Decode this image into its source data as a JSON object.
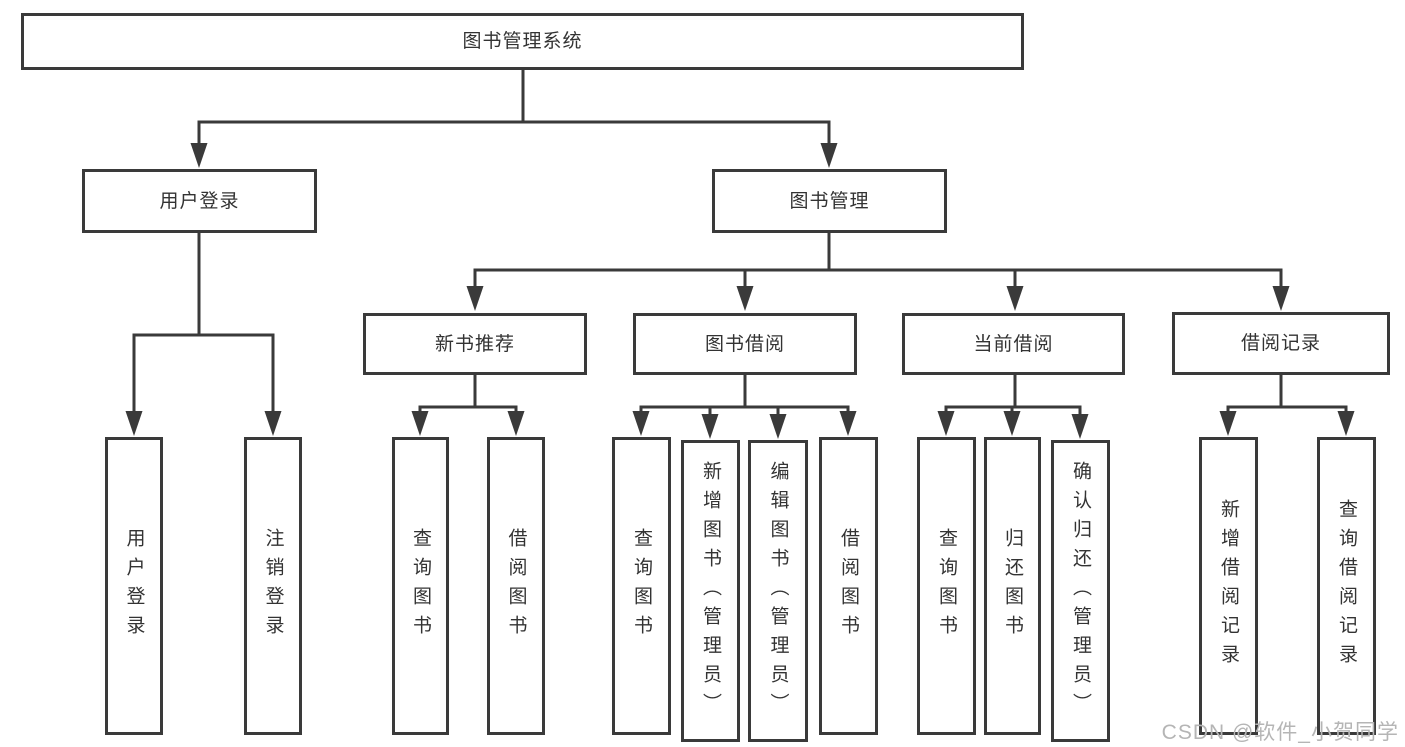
{
  "diagram": {
    "title": "图书管理系统",
    "branches": [
      {
        "label": "用户登录",
        "leaves": [
          "用户登录",
          "注销登录"
        ]
      },
      {
        "label": "图书管理",
        "groups": [
          {
            "label": "新书推荐",
            "leaves": [
              "查询图书",
              "借阅图书"
            ]
          },
          {
            "label": "图书借阅",
            "leaves": [
              "查询图书",
              "新增图书（管理员）",
              "编辑图书（管理员）",
              "借阅图书"
            ]
          },
          {
            "label": "当前借阅",
            "leaves": [
              "查询图书",
              "归还图书",
              "确认归还（管理员）"
            ]
          },
          {
            "label": "借阅记录",
            "leaves": [
              "新增借阅记录",
              "查询借阅记录"
            ]
          }
        ]
      }
    ]
  },
  "watermark": {
    "text": "CSDN @软件_小贺同学"
  },
  "colors": {
    "line": "#3a3a3a",
    "text": "#333333",
    "watermark": "#b5b5b5",
    "background": "#ffffff"
  }
}
